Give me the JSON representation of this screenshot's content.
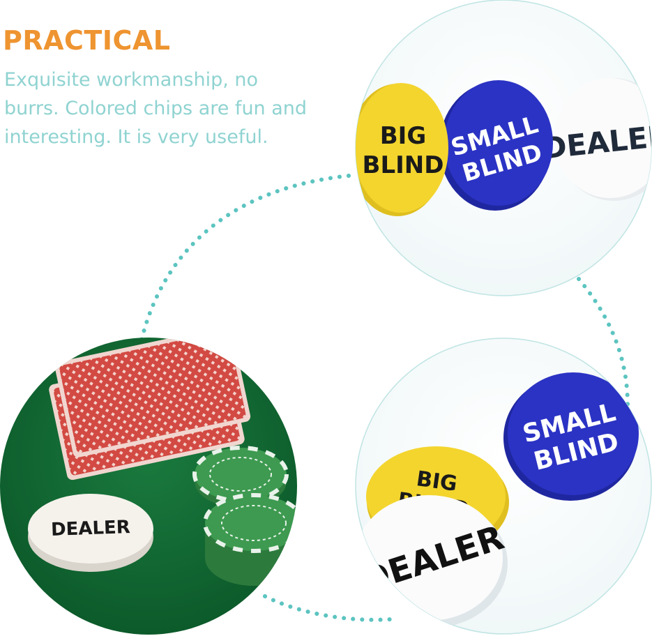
{
  "headline": "PRACTICAL",
  "description": "Exquisite workmanship, no burrs. Colored chips are fun and interesting. It is very useful.",
  "colors": {
    "headline": "#ee9430",
    "description": "#8fd3d1",
    "dotted_ring": "#5cc4c0",
    "felt_green": "#0f6a34",
    "card_red": "#d24a43",
    "chip_yellow": "#f3d52e",
    "chip_blue": "#2b33c4",
    "chip_white": "#fbfbfb",
    "poker_chip_green": "#3d9a50"
  },
  "buttons": {
    "big_blind": [
      "BIG",
      "BLIND"
    ],
    "small_blind": [
      "SMALL",
      "BLIND"
    ],
    "dealer": "DEALER"
  }
}
